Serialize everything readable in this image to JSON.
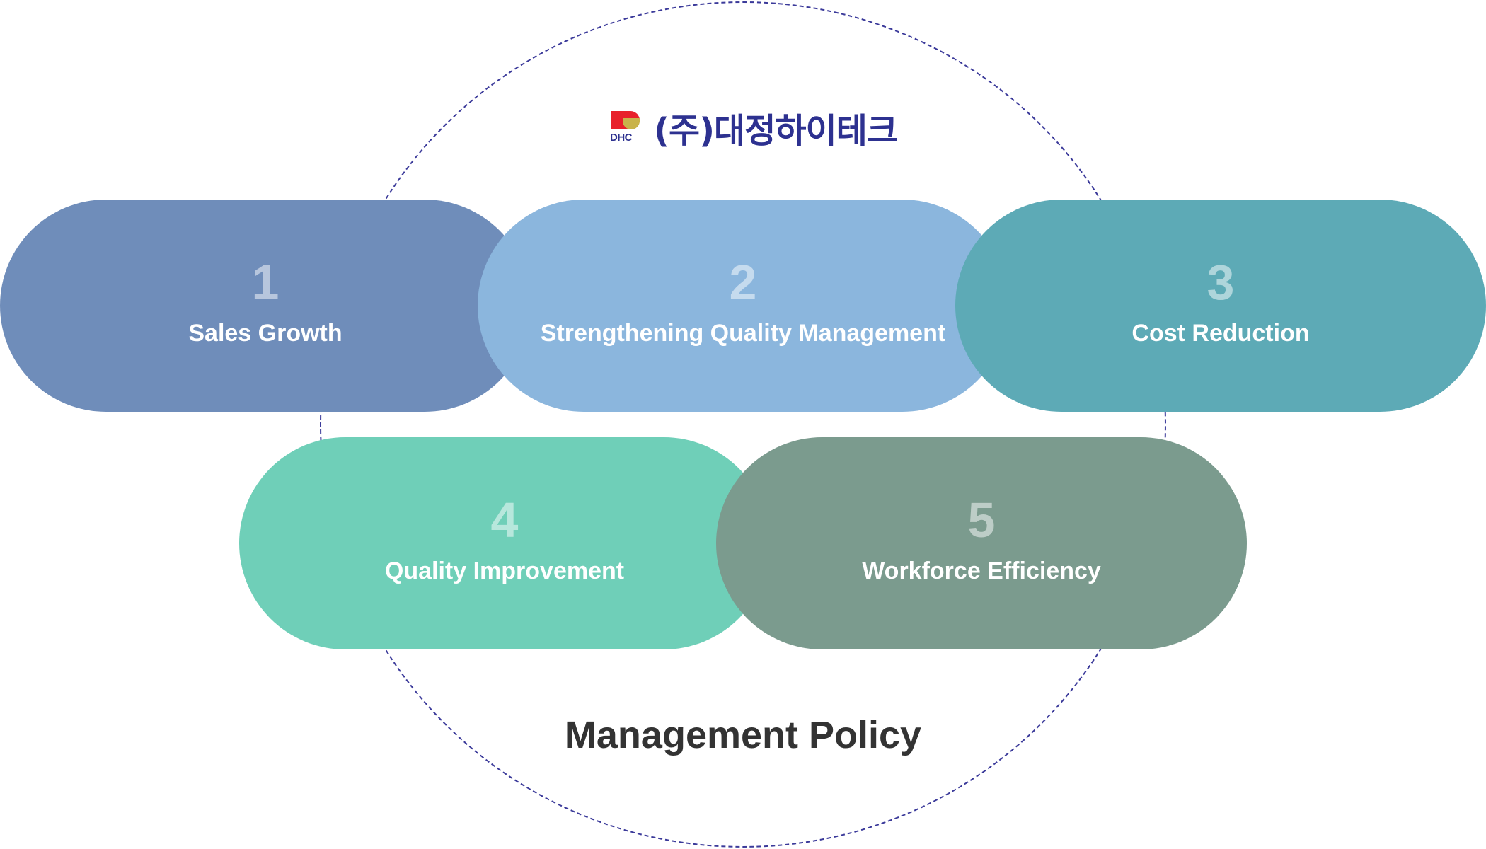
{
  "logo": {
    "mark_text": "DHC",
    "company_name": "(주)대정하이테크"
  },
  "items": [
    {
      "number": "1",
      "label": "Sales Growth",
      "color": "#6F8DBA"
    },
    {
      "number": "2",
      "label": "Strengthening Quality Management",
      "color": "#8BB6DD"
    },
    {
      "number": "3",
      "label": "Cost Reduction",
      "color": "#5DAAB6"
    },
    {
      "number": "4",
      "label": "Quality Improvement",
      "color": "#6FCFB8"
    },
    {
      "number": "5",
      "label": "Workforce Efficiency",
      "color": "#7B9B8E"
    }
  ],
  "title": "Management Policy"
}
